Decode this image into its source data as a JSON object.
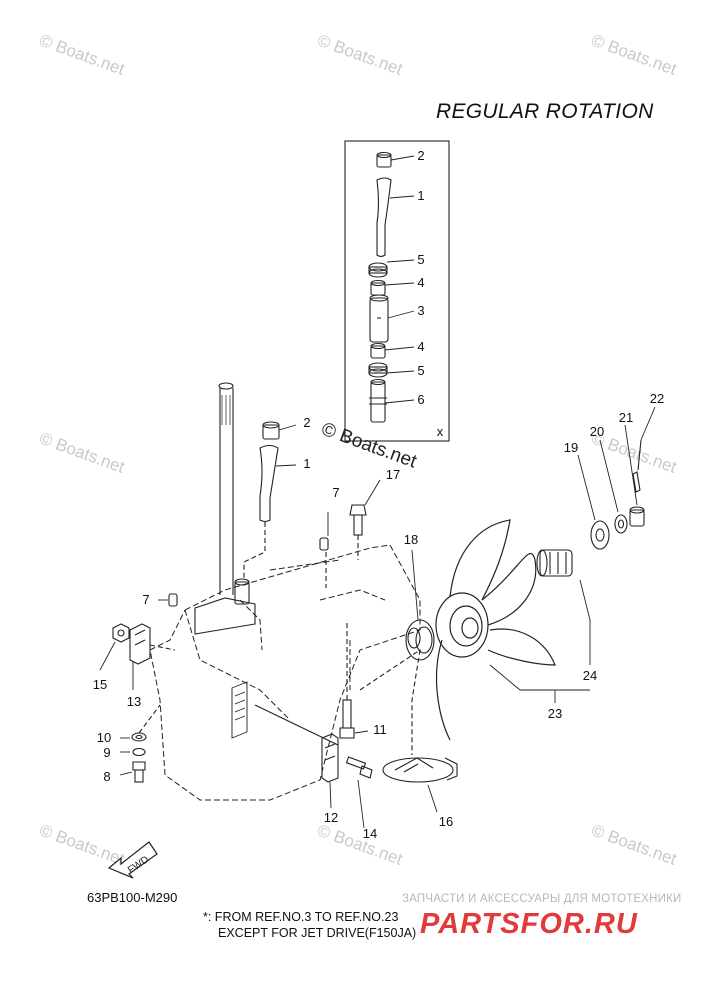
{
  "title": "REGULAR ROTATION",
  "watermark": "© Boats.net",
  "center_watermark": "© Boats.net",
  "inset_tag": "x",
  "fwd_label": "FWD",
  "diagram_code": "63PB100-M290",
  "note_line1": "*: FROM REF.NO.3 TO REF.NO.23",
  "note_line2": "EXCEPT FOR JET DRIVE(F150JA)",
  "shop_text": "ЗАПЧАСТИ И АКСЕССУАРЫ ДЛЯ МОТОТЕХНИКИ",
  "shop_logo": "PARTSFOR.RU",
  "colors": {
    "line": "#222222",
    "watermark": "#c9c9c9",
    "logo": "#e03a3a"
  },
  "labels": {
    "inset": {
      "n2": "2",
      "n1": "1",
      "n5a": "5",
      "n4a": "4",
      "n3": "3",
      "n4b": "4",
      "n5b": "5",
      "n6": "6"
    },
    "main": {
      "n22": "22",
      "n21": "21",
      "n20": "20",
      "n19": "19",
      "n2": "2",
      "n1": "1",
      "n17": "17",
      "n7a": "7",
      "n18": "18",
      "n7b": "7",
      "n15": "15",
      "n13": "13",
      "n24": "24",
      "n23": "23",
      "n11": "11",
      "n10": "10",
      "n9": "9",
      "n8": "8",
      "n12": "12",
      "n14": "14",
      "n16": "16"
    }
  }
}
